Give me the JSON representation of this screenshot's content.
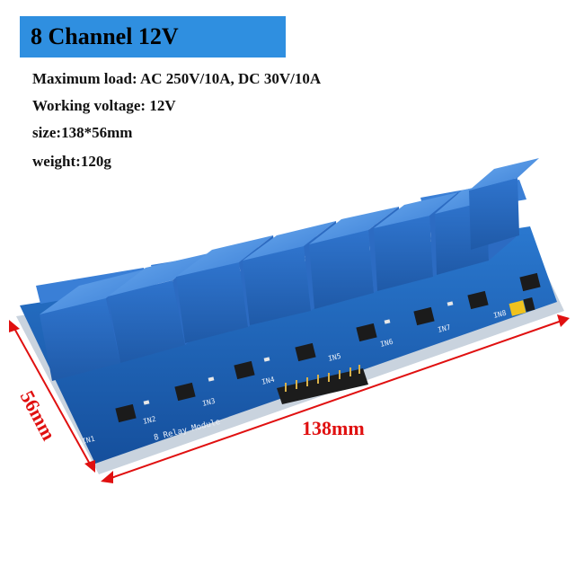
{
  "banner": {
    "title": "8 Channel 12V"
  },
  "specs": [
    "Maximum load: AC 250V/10A, DC 30V/10A",
    "Working voltage: 12V",
    "size:138*56mm",
    "weight:120g"
  ],
  "dimensions": {
    "length_label": "138mm",
    "width_label": "56mm"
  },
  "board": {
    "silkscreen": "8 Relay Module",
    "relay_count": 8,
    "input_labels": [
      "IN1",
      "IN2",
      "IN3",
      "IN4",
      "IN5",
      "IN6",
      "IN7",
      "IN8"
    ],
    "colors": {
      "board": "#1d63b8",
      "relay": "#3f86dd",
      "terminal": "#3a7fd6",
      "dimension": "#e01010"
    }
  }
}
